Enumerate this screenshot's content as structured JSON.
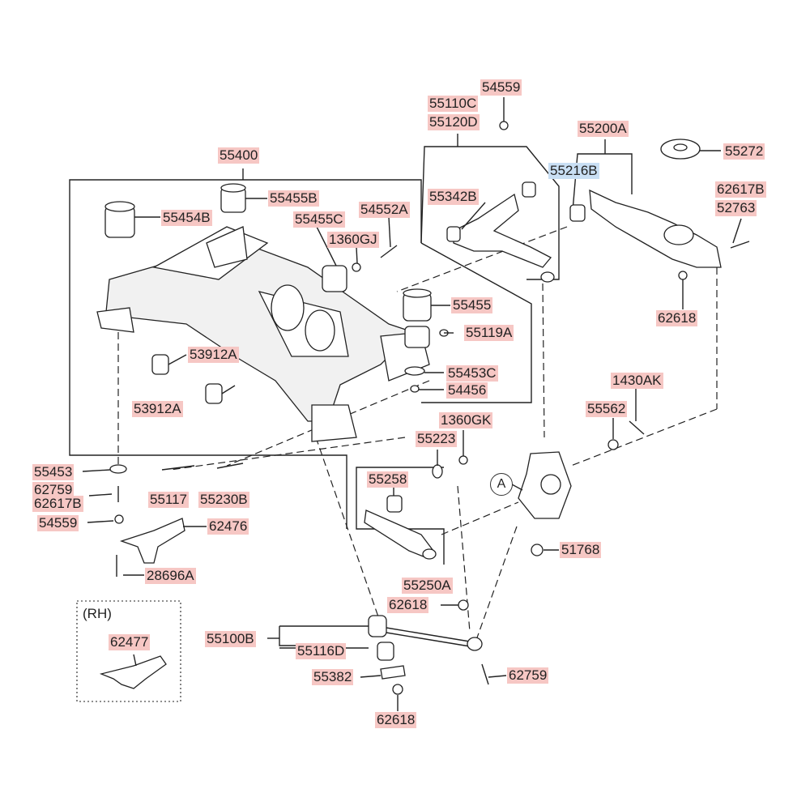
{
  "diagram": {
    "group_note": "(RH)",
    "callout": "A",
    "labels": {
      "p54559_top": "54559",
      "p55110C": "55110C",
      "p55120D": "55120D",
      "p55200A": "55200A",
      "p55272": "55272",
      "p55400": "55400",
      "p55216B": "55216B",
      "p62617B_r": "62617B",
      "p52763": "52763",
      "p55455B": "55455B",
      "p55342B": "55342B",
      "p55454B": "55454B",
      "p55455C": "55455C",
      "p54552A": "54552A",
      "p1360GJ": "1360GJ",
      "p62618_r": "62618",
      "p55455": "55455",
      "p55119A": "55119A",
      "p53912A_1": "53912A",
      "p55453C": "55453C",
      "p54456": "54456",
      "p53912A_2": "53912A",
      "p1430AK": "1430AK",
      "p55562": "55562",
      "p1360GK": "1360GK",
      "p55223": "55223",
      "p55453": "55453",
      "p62759_l": "62759",
      "p62617B_l": "62617B",
      "p55117": "55117",
      "p55230B": "55230B",
      "p55258": "55258",
      "p54559_l": "54559",
      "p62476": "62476",
      "p51768": "51768",
      "p28696A": "28696A",
      "p55250A": "55250A",
      "p62618_m": "62618",
      "p62477": "62477",
      "p55100B": "55100B",
      "p55116D": "55116D",
      "p62759_b": "62759",
      "p55382": "55382",
      "p62618_b": "62618"
    },
    "colors": {
      "label_bg": "#f6c7c4",
      "highlight_bg": "#c9dff4",
      "line": "#222222"
    }
  }
}
